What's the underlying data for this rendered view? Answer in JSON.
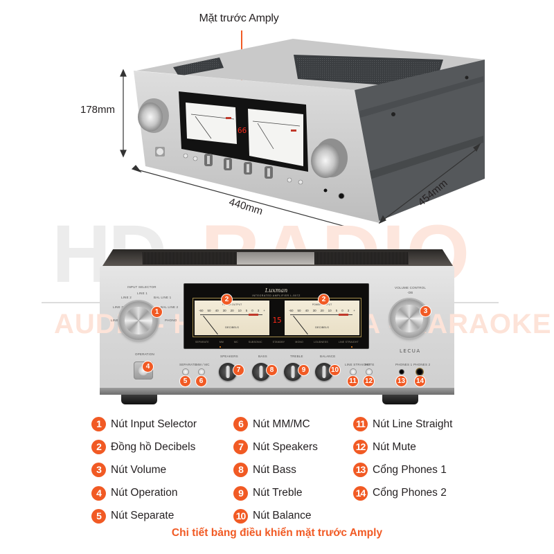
{
  "top_view": {
    "title": "Mặt trước Amply",
    "dimensions": {
      "height": "178mm",
      "width": "440mm",
      "depth": "454mm"
    },
    "display_value": "66"
  },
  "watermark": {
    "logo_left": "HD",
    "logo_right": "RADIO",
    "tagline": "AUDIO - HOME CINEMA - KARAOKE"
  },
  "front_panel": {
    "input_selector_label": "INPUT SELECTOR",
    "input_positions": [
      "LINE 3",
      "LINE 2",
      "LINE 1",
      "BAL LINE 1",
      "BAL LINE 2",
      "PHONO",
      "LINE 4"
    ],
    "volume_label": "VOLUME CONTROL",
    "volume_sub": "-dB",
    "brand": "Luxman",
    "brand_sub": "INTEGRATED AMPLIFIER L-507Z",
    "meter_title": "POWER OUTPUT",
    "meter_unit": "DECIBELS",
    "meter_scale": [
      "-60",
      "50",
      "40",
      "30",
      "20",
      "10",
      "5",
      "0",
      "3",
      "+"
    ],
    "digital_display": "15",
    "indicators": [
      "SEPARATE",
      "MM",
      "MC",
      "SUBSONIC",
      "STANDBY",
      "MONO",
      "LOUDNESS",
      "LINE STRAIGHT"
    ],
    "operation_label": "OPERATION",
    "separate_label": "SEPARATE",
    "mmmc_label": "MM / MC",
    "speakers_label": "SPEAKERS",
    "bass_label": "BASS",
    "treble_label": "TREBLE",
    "balance_label": "BALANCE",
    "line_straight_label": "LINE STRAIGHT",
    "mute_label": "MUTE",
    "phones1_label": "PHONES 1",
    "phones2_label": "PHONES 2",
    "model_mark": "LECUA",
    "badges": [
      "1",
      "2",
      "2",
      "3",
      "4",
      "5",
      "6",
      "7",
      "8",
      "9",
      "10",
      "11",
      "12",
      "13",
      "14"
    ]
  },
  "legend": {
    "columns": [
      [
        {
          "num": "1",
          "text": "Nút Input Selector"
        },
        {
          "num": "2",
          "text": "Đồng hồ Decibels"
        },
        {
          "num": "3",
          "text": "Nút Volume"
        },
        {
          "num": "4",
          "text": "Nút Operation"
        },
        {
          "num": "5",
          "text": "Nút Separate"
        }
      ],
      [
        {
          "num": "6",
          "text": "Nút MM/MC"
        },
        {
          "num": "7",
          "text": "Nút Speakers"
        },
        {
          "num": "8",
          "text": "Nút Bass"
        },
        {
          "num": "9",
          "text": "Nút Treble"
        },
        {
          "num": "10",
          "text": "Nút Balance"
        }
      ],
      [
        {
          "num": "11",
          "text": "Nút Line Straight"
        },
        {
          "num": "12",
          "text": "Nút Mute"
        },
        {
          "num": "13",
          "text": "Cổng Phones 1"
        },
        {
          "num": "14",
          "text": "Cổng Phones 2"
        }
      ]
    ]
  },
  "caption": "Chi tiết bảng điều khiển mặt trước Amply",
  "colors": {
    "accent": "#f15a24",
    "text": "#231f20",
    "silver": "#d9d9d9",
    "meter_face": "#efe6cf",
    "display_red": "#ff2a1a"
  }
}
